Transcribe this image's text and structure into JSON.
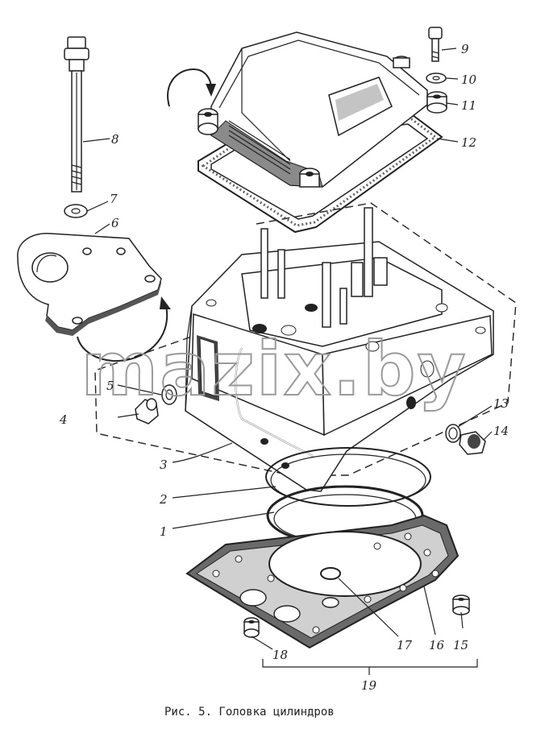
{
  "watermark": "mazix.by",
  "caption": "Рис. 5. Головка цилиндров",
  "callouts": [
    {
      "id": "c1",
      "label": "1"
    },
    {
      "id": "c2",
      "label": "2"
    },
    {
      "id": "c3",
      "label": "3"
    },
    {
      "id": "c4",
      "label": "4"
    },
    {
      "id": "c5",
      "label": "5"
    },
    {
      "id": "c6",
      "label": "6"
    },
    {
      "id": "c7",
      "label": "7"
    },
    {
      "id": "c8",
      "label": "8"
    },
    {
      "id": "c9",
      "label": "9"
    },
    {
      "id": "c10",
      "label": "10"
    },
    {
      "id": "c11",
      "label": "11"
    },
    {
      "id": "c12",
      "label": "12"
    },
    {
      "id": "c13",
      "label": "13"
    },
    {
      "id": "c14",
      "label": "14"
    },
    {
      "id": "c15",
      "label": "15"
    },
    {
      "id": "c16",
      "label": "16"
    },
    {
      "id": "c17",
      "label": "17"
    },
    {
      "id": "c18",
      "label": "18"
    },
    {
      "id": "c19",
      "label": "19"
    }
  ]
}
